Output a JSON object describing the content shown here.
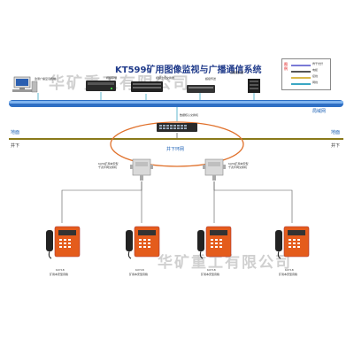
{
  "title": "KT599矿用图像监视与广播通信系统",
  "watermark_top": "华矿重工有限公司",
  "watermark_bottom": "华矿重工有限公司",
  "legend": {
    "heading": "图例",
    "items": [
      {
        "label": "骨干光纤",
        "color": "#7a7ad6"
      },
      {
        "label": "电缆",
        "color": "#555555"
      },
      {
        "label": "接线",
        "color": "#d8b84a"
      },
      {
        "label": "网线",
        "color": "#3aa7c4"
      }
    ]
  },
  "surface_devices": [
    {
      "label": "监测广播显示终端"
    },
    {
      "label": "视频存储"
    },
    {
      "label": "视频监控交换器"
    },
    {
      "label": "超级传送"
    },
    {
      "label": "远程服务器"
    }
  ],
  "network_label": "局域网",
  "switch_label": "数据核心交换机",
  "ground_left": "地面",
  "ground_right": "地面",
  "under_left": "井下",
  "under_right": "井下",
  "ring_label": "井下环网",
  "interface_boxes": [
    {
      "label": "KJJ39矿用本安型\n千兆环网交换机"
    },
    {
      "label": "KJJ39矿用本安型\n千兆环网交换机"
    }
  ],
  "phones": [
    {
      "model": "KXY18",
      "desc": "矿用本安型音箱"
    },
    {
      "model": "KXY18",
      "desc": "矿用本安型音箱"
    },
    {
      "model": "KXY18",
      "desc": "矿用本安型音箱"
    },
    {
      "model": "KXY18",
      "desc": "矿用本安型音箱"
    }
  ]
}
